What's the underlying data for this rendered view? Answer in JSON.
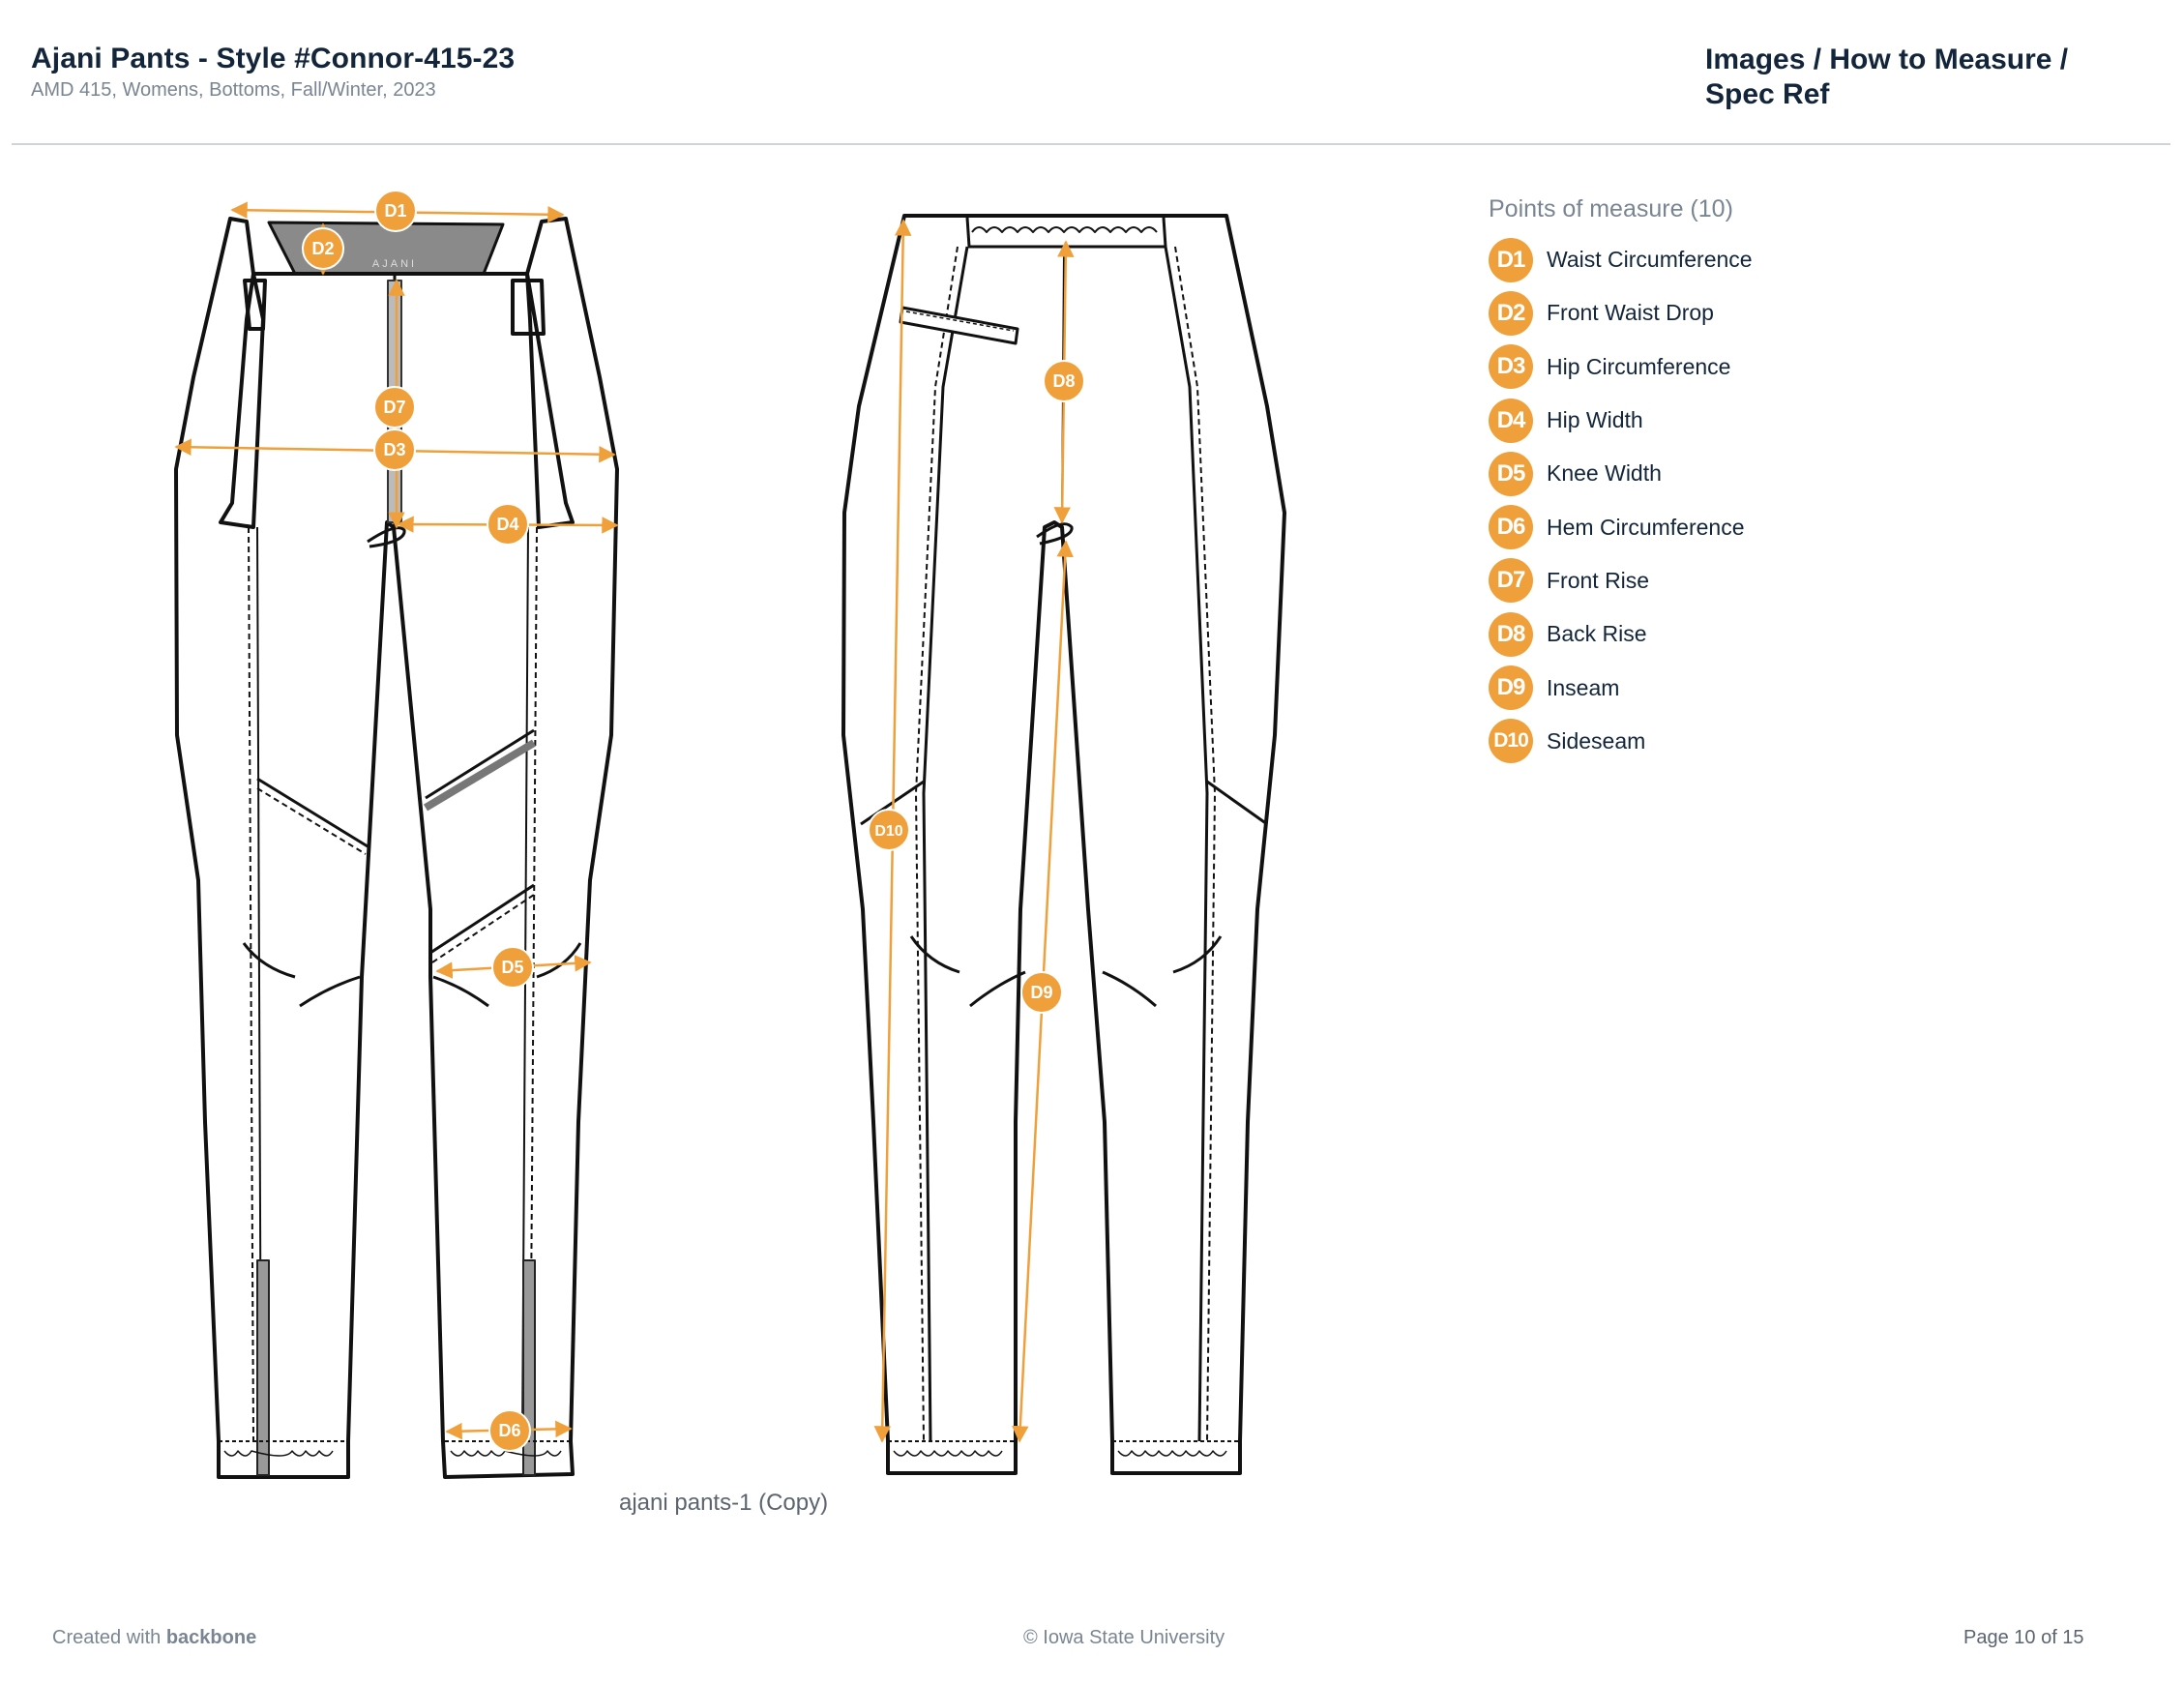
{
  "header": {
    "style_name": "Ajani Pants",
    "style_sep": " - ",
    "style_number": "Style #Connor-415-23",
    "subtitle": "AMD 415, Womens, Bottoms, Fall/Winter, 2023",
    "section": "Images / How to Measure / Spec Ref"
  },
  "image": {
    "caption": "ajani pants-1 (Copy)",
    "brand_label": "AJANI"
  },
  "points_of_measure": {
    "heading": "Points of measure (10)",
    "items": [
      {
        "code": "D1",
        "label": "Waist Circumference"
      },
      {
        "code": "D2",
        "label": "Front Waist Drop"
      },
      {
        "code": "D3",
        "label": "Hip Circumference"
      },
      {
        "code": "D4",
        "label": "Hip Width"
      },
      {
        "code": "D5",
        "label": "Knee Width"
      },
      {
        "code": "D6",
        "label": "Hem Circumference"
      },
      {
        "code": "D7",
        "label": "Front Rise"
      },
      {
        "code": "D8",
        "label": "Back Rise"
      },
      {
        "code": "D9",
        "label": "Inseam"
      },
      {
        "code": "D10",
        "label": "Sideseam"
      }
    ]
  },
  "footer": {
    "created_prefix": "Created with",
    "created_brand": "backbone",
    "copyright": "© Iowa State University",
    "page": "Page 10 of 15"
  },
  "colors": {
    "accent": "#f0a03a",
    "title": "#13253a",
    "muted": "#7a8593"
  }
}
